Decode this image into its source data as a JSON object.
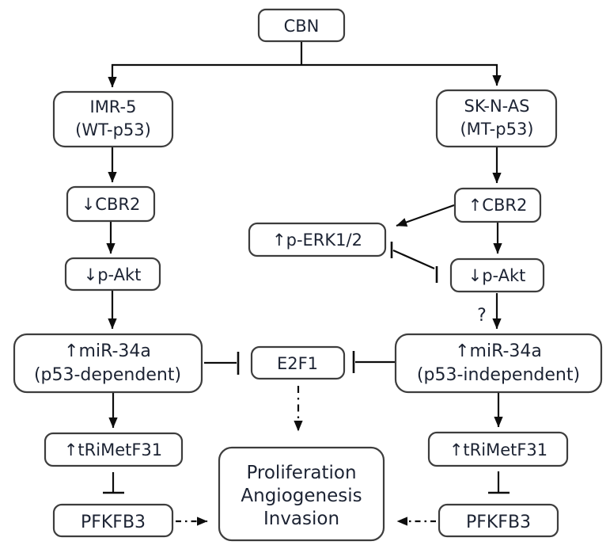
{
  "diagram": {
    "type": "pathway-flowchart",
    "nodes": {
      "cbn": {
        "label": "CBN"
      },
      "imr5": {
        "line1": "IMR-5",
        "line2": "(WT-p53)"
      },
      "sknas": {
        "line1": "SK-N-AS",
        "line2": "(MT-p53)"
      },
      "cbr2_down": {
        "label": "↓CBR2"
      },
      "cbr2_up": {
        "label": "↑CBR2"
      },
      "perk": {
        "label": "↑p-ERK1/2"
      },
      "pakt_left": {
        "label": "↓p-Akt"
      },
      "pakt_right": {
        "label": "↓p-Akt"
      },
      "mir34a_left": {
        "line1": "↑miR-34a",
        "line2": "(p53-dependent)"
      },
      "mir34a_right": {
        "line1": "↑miR-34a",
        "line2": "(p53-independent)"
      },
      "e2f1": {
        "label": "E2F1"
      },
      "trimetf31_left": {
        "label": "↑tRiMetF31"
      },
      "trimetf31_right": {
        "label": "↑tRiMetF31"
      },
      "pfkfb3_left": {
        "label": "PFKFB3"
      },
      "pfkfb3_right": {
        "label": "PFKFB3"
      },
      "outcome": {
        "line1": "Proliferation",
        "line2": "Angiogenesis",
        "line3": "Invasion"
      }
    },
    "annotations": {
      "question_mark": "?"
    },
    "colors": {
      "box_border": "#3d3d3d",
      "connector": "#0d0d0d",
      "text": "#1c2333",
      "background": "#ffffff"
    }
  }
}
